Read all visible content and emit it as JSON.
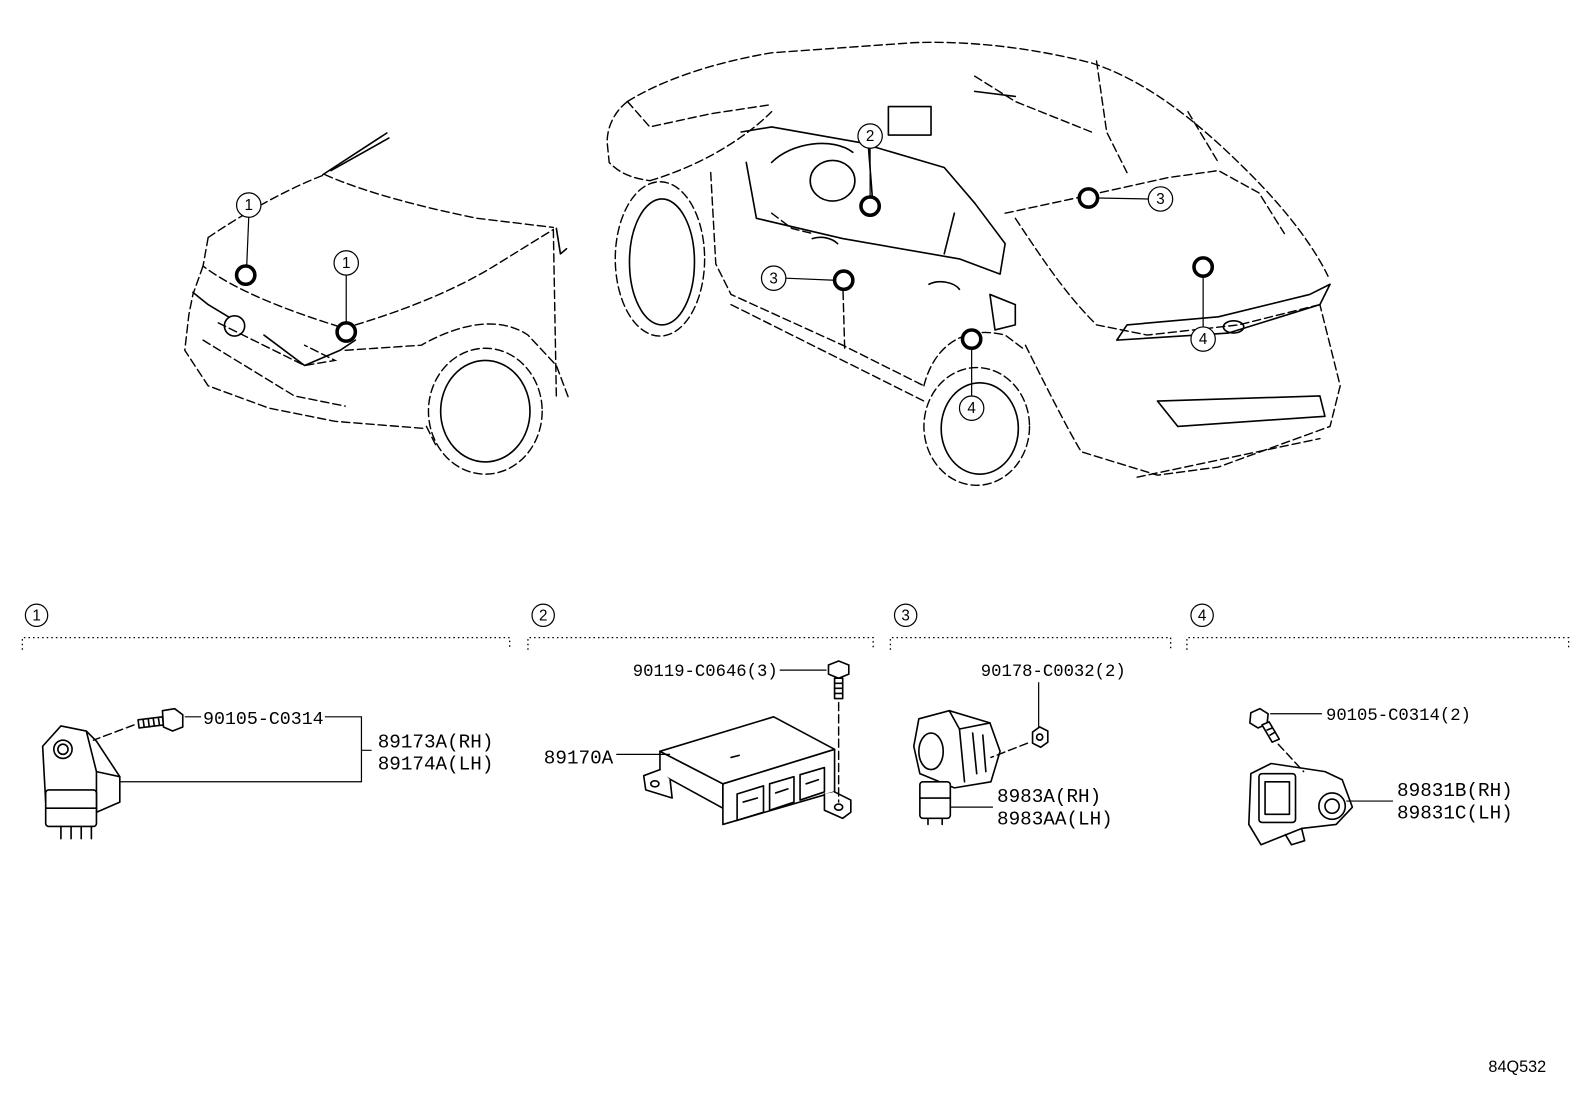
{
  "overview": {
    "callouts": [
      {
        "label": "1"
      },
      {
        "label": "1"
      },
      {
        "label": "2"
      },
      {
        "label": "3"
      },
      {
        "label": "3"
      },
      {
        "label": "4"
      },
      {
        "label": "4"
      }
    ]
  },
  "sections": [
    {
      "number": "1",
      "bolt": "90105-C0314",
      "part_rh": "89173A(RH)",
      "part_lh": "89174A(LH)"
    },
    {
      "number": "2",
      "bolt": "90119-C0646(3)",
      "part": "89170A"
    },
    {
      "number": "3",
      "nut": "90178-C0032(2)",
      "part_rh": "8983A(RH)",
      "part_lh": "8983AA(LH)"
    },
    {
      "number": "4",
      "bolt": "90105-C0314(2)",
      "part_rh": "89831B(RH)",
      "part_lh": "89831C(LH)"
    }
  ],
  "diagram_code": "84Q532",
  "colors": {
    "ink": "#000000",
    "paper": "#ffffff"
  }
}
